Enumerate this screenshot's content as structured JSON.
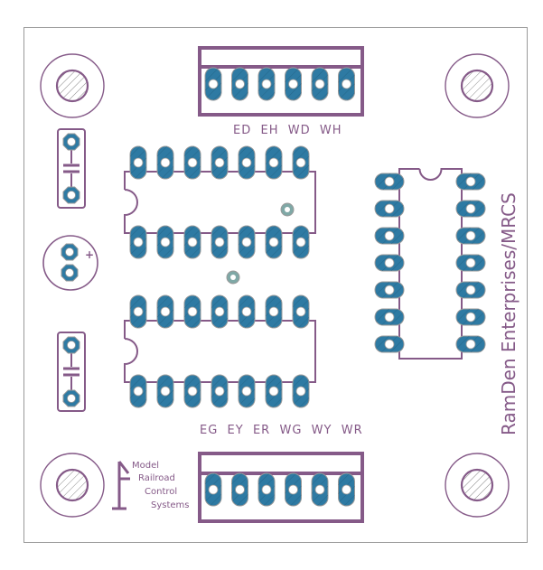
{
  "title": "RamDen Enterprises/MRCS PCB layout",
  "colors": {
    "silkscreen": "#855a88",
    "pad": "#2e7aa3",
    "pad_outline": "#9a9a9a",
    "board_outline": "#9a9a9a",
    "via": "#7fa8a6"
  },
  "labels": {
    "top_connector": "ED  EH  WD  WH",
    "bottom_connector": "EG  EY  ER  WG  WY  WR",
    "brand": "RamDen Enterprises/MRCS",
    "logo_line1": "Model",
    "logo_line2": "Railroad",
    "logo_line3": "Control",
    "logo_line4": "Systems",
    "polarity": "+"
  },
  "components": {
    "mounting_holes": 4,
    "terminal_blocks": [
      {
        "name": "top",
        "pins": 6
      },
      {
        "name": "bottom",
        "pins": 6
      }
    ],
    "dip_ics": [
      {
        "name": "ic-top",
        "pins": 14
      },
      {
        "name": "ic-bottom",
        "pins": 14
      },
      {
        "name": "ic-right",
        "pins": 14
      }
    ],
    "capacitors": 2,
    "electrolytic_capacitor": 1,
    "vias": 2
  }
}
